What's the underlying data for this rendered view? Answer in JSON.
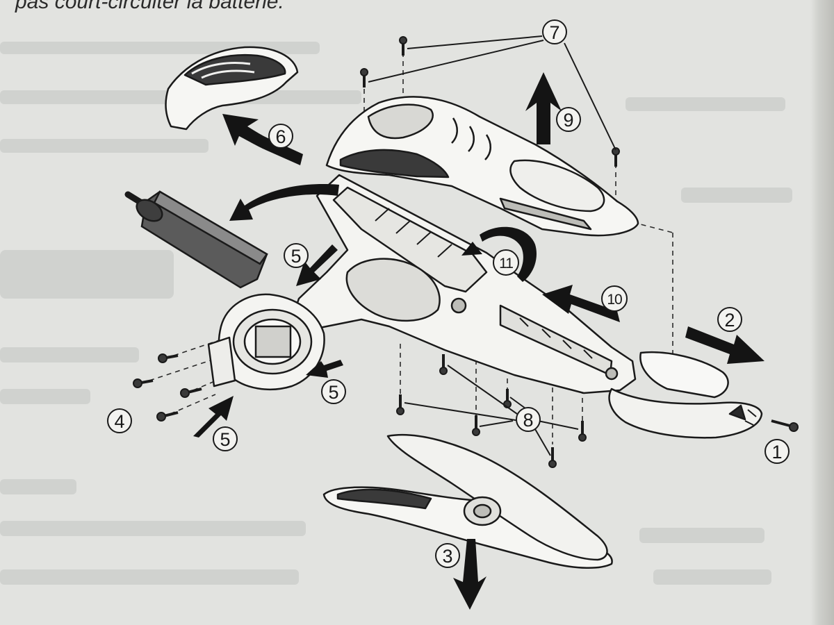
{
  "page": {
    "top_text": "pas court-circuiter la batterie."
  },
  "callouts": {
    "c1": "1",
    "c2": "2",
    "c3": "3",
    "c4": "4",
    "c5": "5",
    "c6": "6",
    "c7": "7",
    "c8": "8",
    "c9": "9",
    "c10": "10",
    "c11": "11"
  },
  "colors": {
    "paper": "#e2e3e0",
    "ink": "#1a1a1a",
    "battery": "#555555"
  }
}
